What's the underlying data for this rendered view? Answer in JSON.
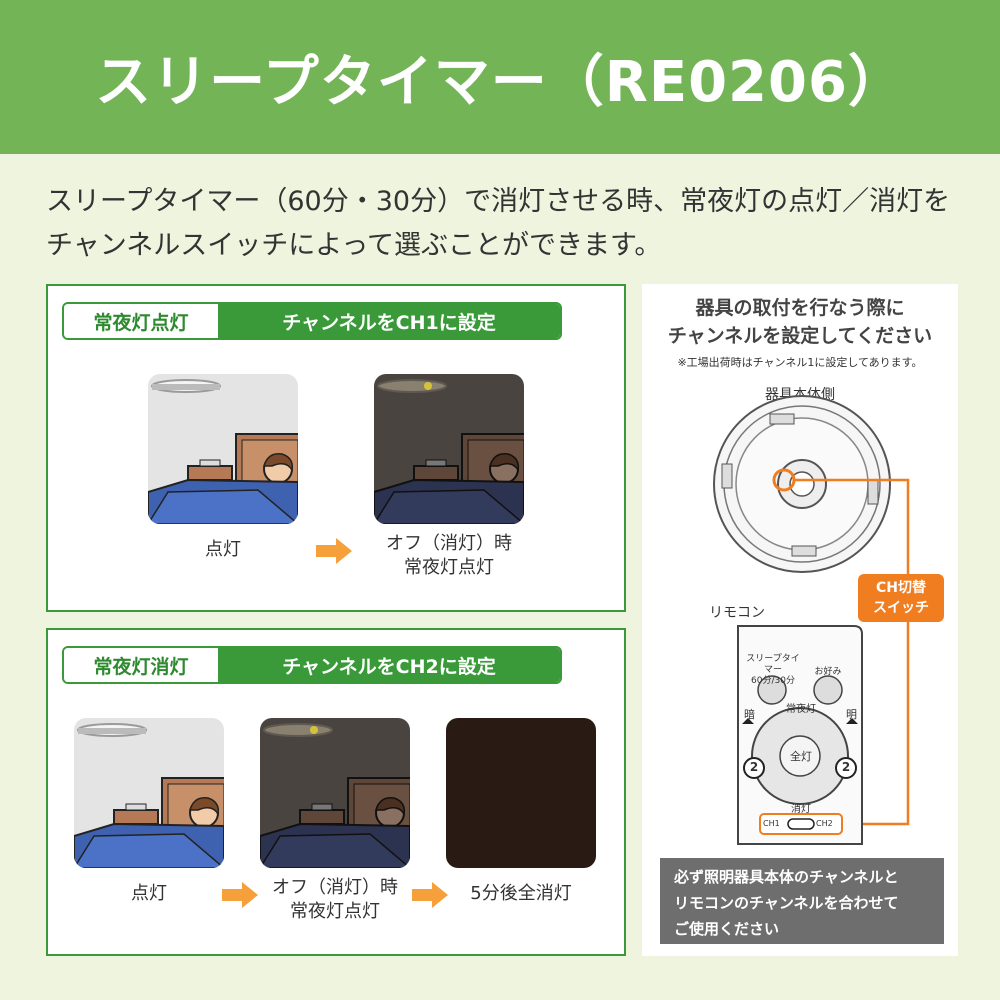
{
  "header": {
    "title": "スリープタイマー（RE0206）"
  },
  "intro": {
    "line1": "スリープタイマー（60分・30分）で消灯させる時、常夜灯の点灯／消灯を",
    "line2": "チャンネルスイッチによって選ぶことができます。"
  },
  "panel1": {
    "tag_left": "常夜灯点灯",
    "tag_right": "チャンネルをCH1に設定",
    "caption1": "点灯",
    "caption2_line1": "オフ（消灯）時",
    "caption2_line2": "常夜灯点灯"
  },
  "panel2": {
    "tag_left": "常夜灯消灯",
    "tag_right": "チャンネルをCH2に設定",
    "caption1": "点灯",
    "caption2_line1": "オフ（消灯）時",
    "caption2_line2": "常夜灯点灯",
    "caption3": "5分後全消灯"
  },
  "side": {
    "title_line1": "器具の取付を行なう際に",
    "title_line2": "チャンネルを設定してください",
    "note": "※工場出荷時はチャンネル1に設定してあります。",
    "fixture_label": "器具本体側",
    "ch_switch_line1": "CH切替",
    "ch_switch_line2": "スイッチ",
    "remote_label": "リモコン",
    "remote": {
      "sleep_label_line1": "スリープタイマー",
      "sleep_label_line2": "60分/30分",
      "fav_label": "お好み",
      "night_label": "常夜灯",
      "dark_label": "暗",
      "bright_label": "明",
      "all_on_label": "全灯",
      "two_left": "2",
      "two_right": "2",
      "off_label": "消灯",
      "ch1": "CH1",
      "ch2": "CH2"
    },
    "footer_line1": "必ず照明器具本体のチャンネルと",
    "footer_line2": "リモコンのチャンネルを合わせて",
    "footer_line3": "ご使用ください"
  },
  "colors": {
    "header_green": "#73b457",
    "panel_green": "#3a9a3a",
    "arrow_orange": "#f5a03a",
    "highlight_orange": "#f07d20",
    "background": "#eef4de"
  }
}
